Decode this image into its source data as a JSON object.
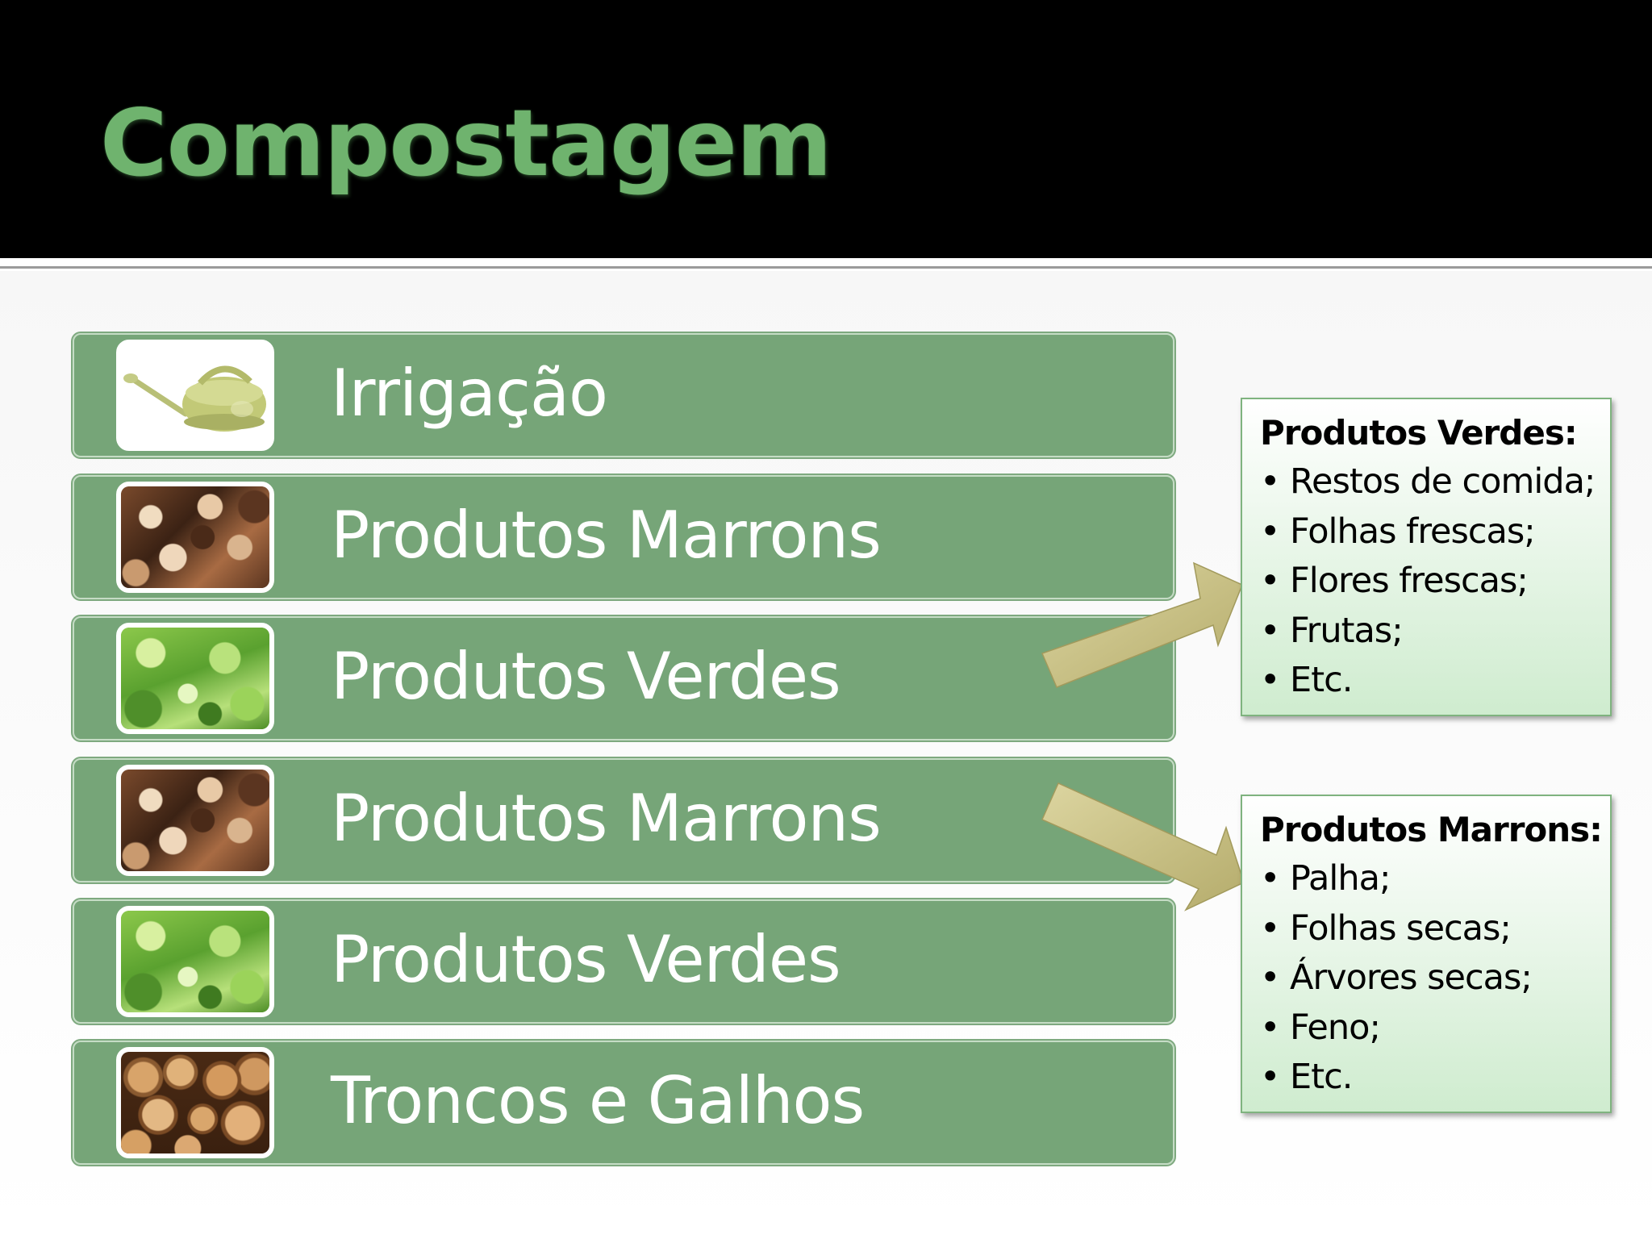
{
  "slide": {
    "title": "Compostagem"
  },
  "layers": [
    {
      "label": "Irrigação",
      "image": "watering-can"
    },
    {
      "label": "Produtos Marrons",
      "image": "dry-brown-leaves"
    },
    {
      "label": "Produtos Verdes",
      "image": "green-leaves"
    },
    {
      "label": "Produtos Marrons",
      "image": "dry-brown-leaves"
    },
    {
      "label": "Produtos Verdes",
      "image": "green-leaves"
    },
    {
      "label": "Troncos e Galhos",
      "image": "log-pile"
    }
  ],
  "callouts": {
    "verdes": {
      "title": "Produtos Verdes:",
      "items": [
        "Restos de comida;",
        "Folhas frescas;",
        "Flores frescas;",
        "Frutas;",
        "Etc."
      ]
    },
    "marrons": {
      "title": "Produtos Marrons:",
      "items": [
        "Palha;",
        "Folhas secas;",
        "Árvores secas;",
        "Feno;",
        "Etc."
      ]
    }
  },
  "colors": {
    "title_green": "#6fb36e",
    "layer_green": "#76a578",
    "arrow_khaki": "#c9c18a",
    "callout_green": "#cfeccf"
  }
}
